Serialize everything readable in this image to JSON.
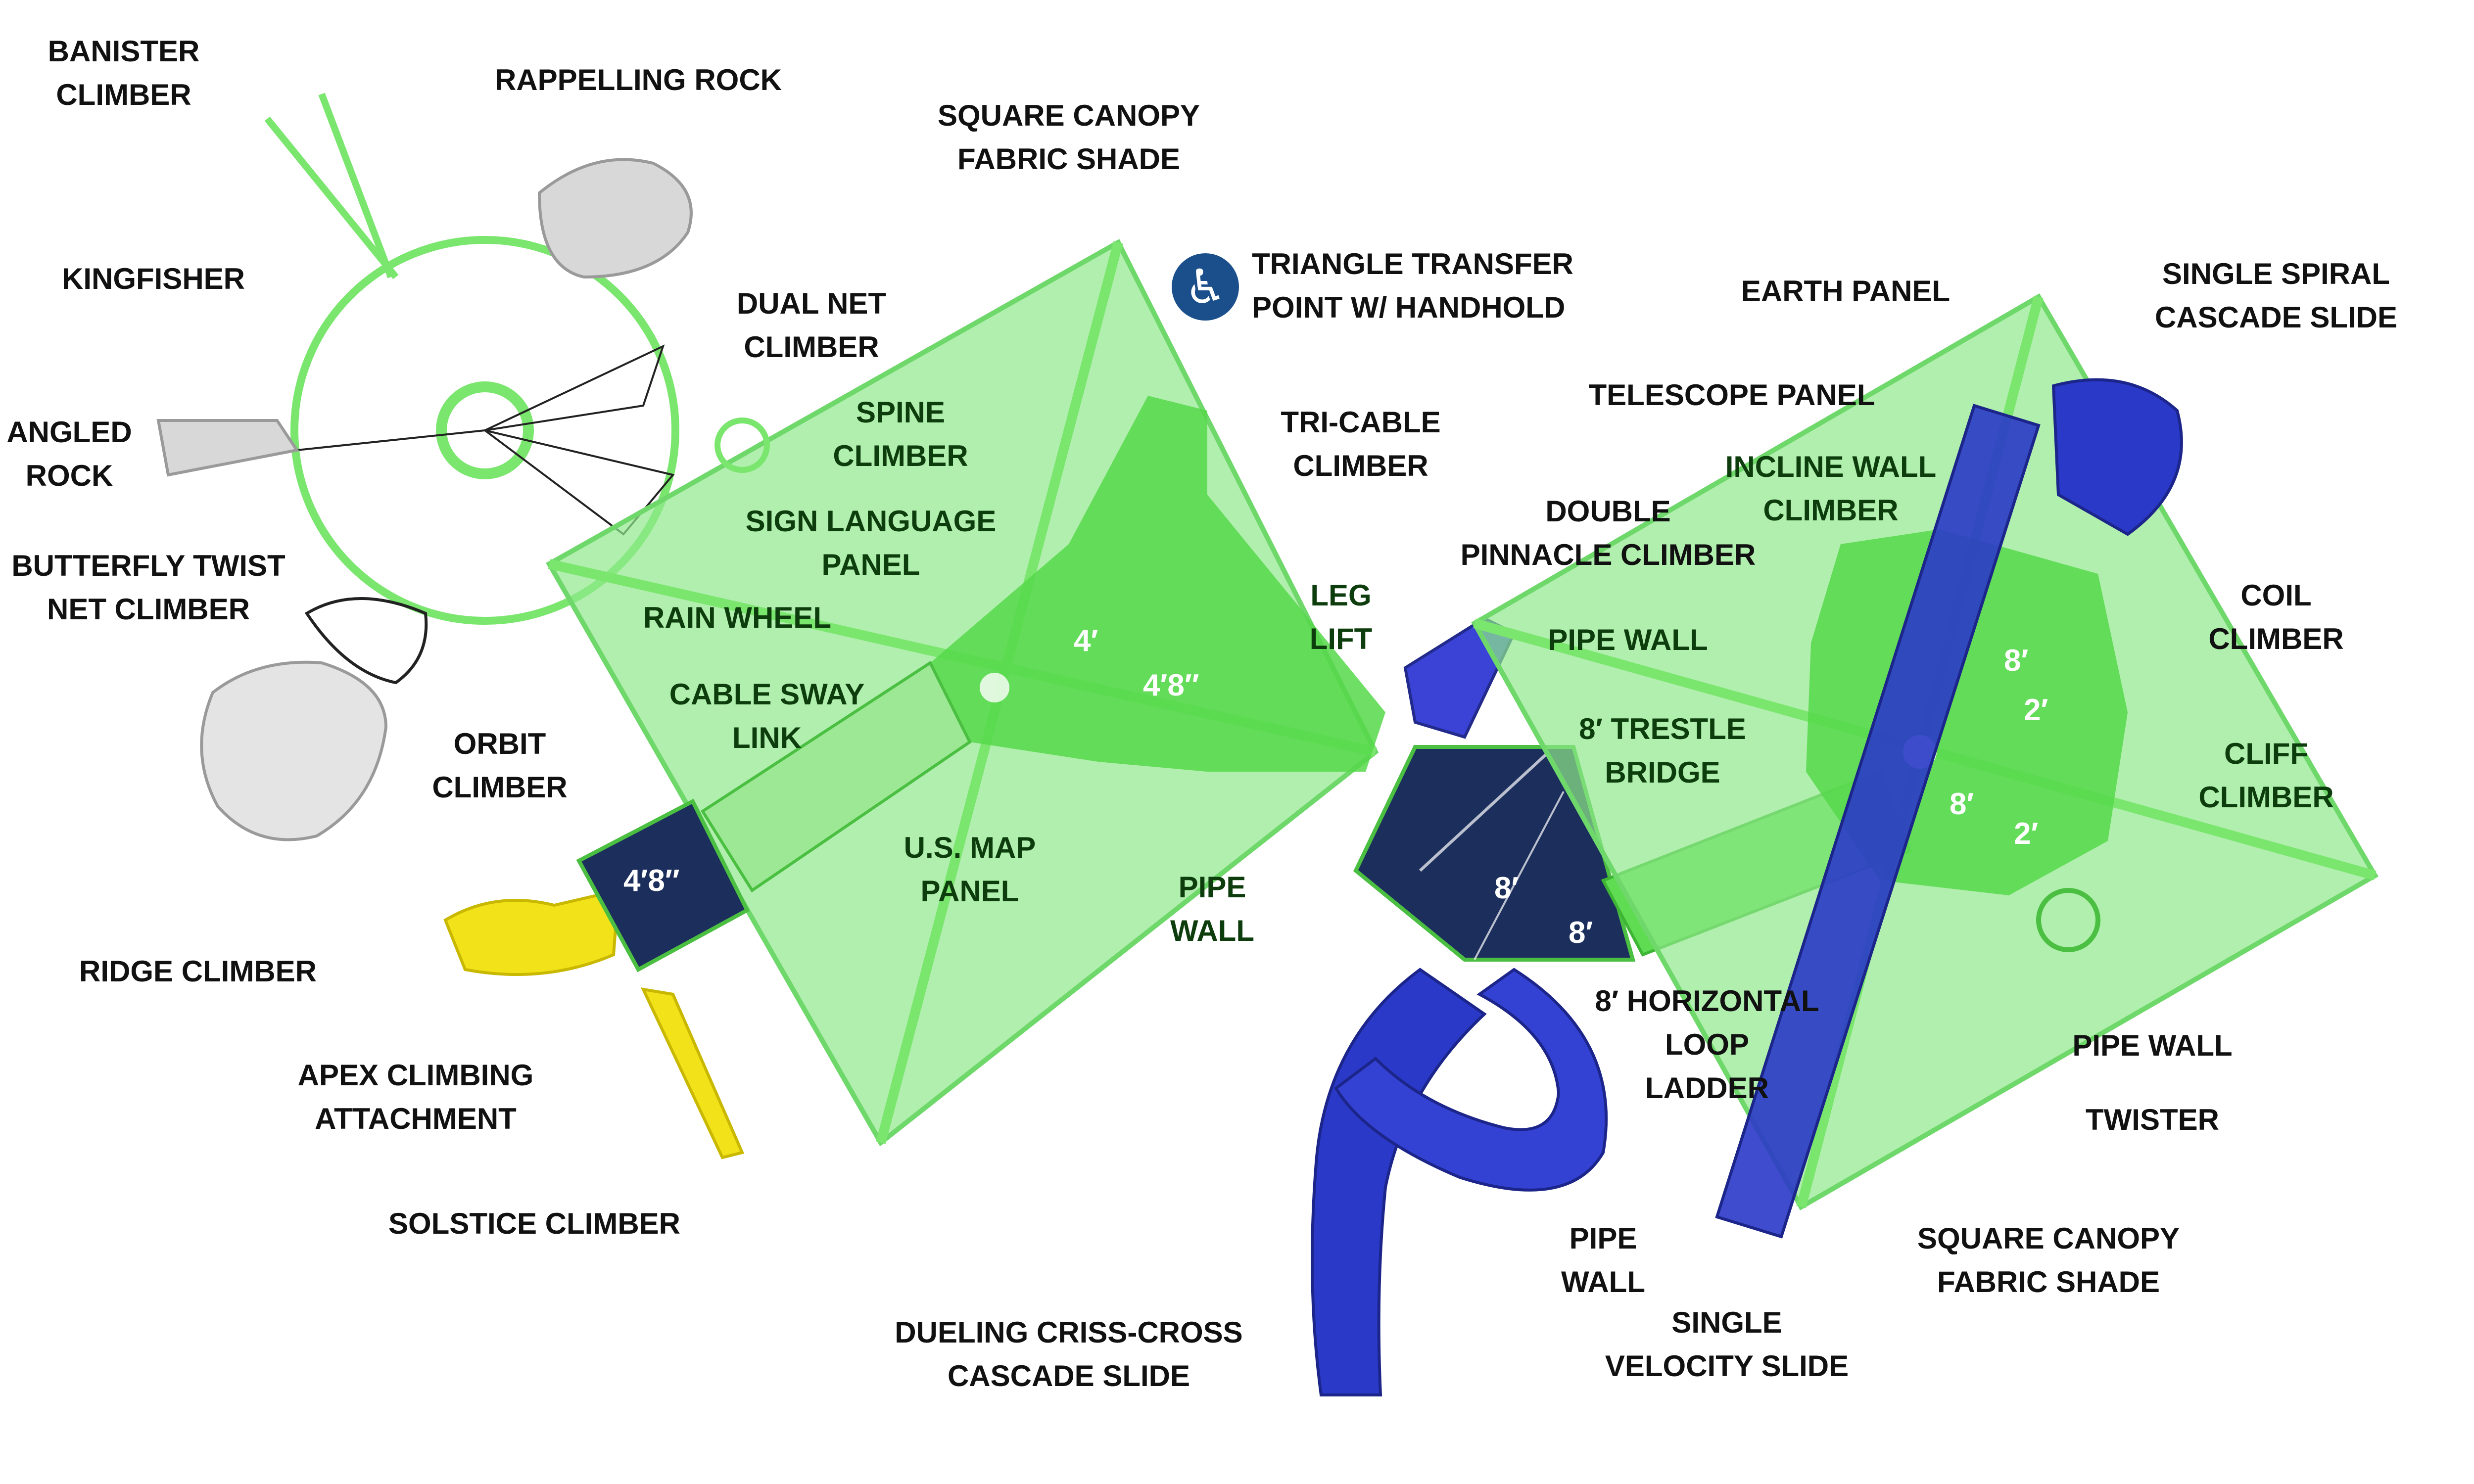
{
  "labels": {
    "banister_climber": [
      "BANISTER",
      "CLIMBER"
    ],
    "rappelling_rock": "RAPPELLING ROCK",
    "square_canopy_top": [
      "SQUARE CANOPY",
      "FABRIC SHADE"
    ],
    "kingfisher": "KINGFISHER",
    "triangle_transfer": [
      "TRIANGLE TRANSFER",
      "POINT W/ HANDHOLD"
    ],
    "earth_panel": "EARTH PANEL",
    "single_spiral": [
      "SINGLE SPIRAL",
      "CASCADE SLIDE"
    ],
    "dual_net": [
      "DUAL NET",
      "CLIMBER"
    ],
    "angled_rock": [
      "ANGLED",
      "ROCK"
    ],
    "spine_climber": [
      "SPINE",
      "CLIMBER"
    ],
    "tri_cable": [
      "TRI-CABLE",
      "CLIMBER"
    ],
    "telescope_panel": "TELESCOPE PANEL",
    "incline_wall": [
      "INCLINE WALL",
      "CLIMBER"
    ],
    "sign_language": [
      "SIGN LANGUAGE",
      "PANEL"
    ],
    "double_pinnacle": [
      "DOUBLE",
      "PINNACLE CLIMBER"
    ],
    "butterfly_twist": [
      "BUTTERFLY TWIST",
      "NET CLIMBER"
    ],
    "rain_wheel": "RAIN WHEEL",
    "leg_lift": [
      "LEG",
      "LIFT"
    ],
    "pipe_wall_upper": "PIPE WALL",
    "coil_climber": [
      "COIL",
      "CLIMBER"
    ],
    "cable_sway": [
      "CABLE SWAY",
      "LINK"
    ],
    "orbit_climber": [
      "ORBIT",
      "CLIMBER"
    ],
    "trestle_bridge": [
      "8′ TRESTLE",
      "BRIDGE"
    ],
    "cliff_climber": [
      "CLIFF",
      "CLIMBER"
    ],
    "us_map": [
      "U.S. MAP",
      "PANEL"
    ],
    "pipe_wall_mid": [
      "PIPE",
      "WALL"
    ],
    "ridge_climber": "RIDGE CLIMBER",
    "horizontal_loop": [
      "8′ HORIZONTAL",
      "LOOP",
      "LADDER"
    ],
    "pipe_wall_right": "PIPE WALL",
    "apex_climbing": [
      "APEX CLIMBING",
      "ATTACHMENT"
    ],
    "twister": "TWISTER",
    "solstice_climber": "SOLSTICE CLIMBER",
    "pipe_wall_bottom": [
      "PIPE",
      "WALL"
    ],
    "square_canopy_bottom": [
      "SQUARE CANOPY",
      "FABRIC SHADE"
    ],
    "single_velocity": [
      "SINGLE",
      "VELOCITY SLIDE"
    ],
    "dueling_criss_cross": [
      "DUELING CRISS-CROSS",
      "CASCADE SLIDE"
    ]
  },
  "dimensions": {
    "left_deck_upper": "4′",
    "left_deck_main": "4′8″",
    "small_deck": "4′8″",
    "center_deck_a": "8′",
    "center_deck_b": "8′",
    "right_deck_a": "8′",
    "right_deck_b": "2′",
    "right_deck_c": "8′",
    "right_deck_d": "2′"
  },
  "icons": {
    "accessibility": "accessibility-icon"
  },
  "colors": {
    "canopy_fill": "#8ee88a",
    "canopy_edge": "#6fd86a",
    "deck_green": "#56d84a",
    "deck_navy": "#1c2e5c",
    "slide_blue": "#2a39c8",
    "climber_yellow": "#f2e21a",
    "rock_gray": "#d8d8d8",
    "ada_blue": "#1a4f8b"
  }
}
